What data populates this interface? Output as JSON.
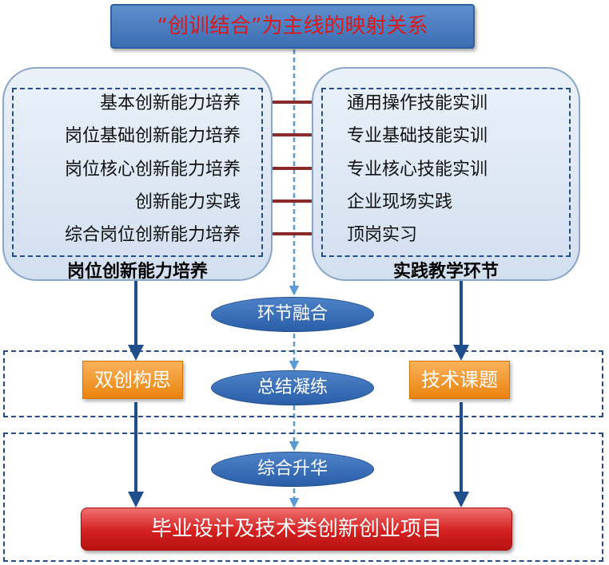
{
  "title": "“创训结合”为主线的映射关系",
  "left_panel": {
    "caption": "岗位创新能力培养",
    "items": [
      "基本创新能力培养",
      "岗位基础创新能力培养",
      "岗位核心创新能力培养",
      "创新能力实践",
      "综合岗位创新能力培养"
    ]
  },
  "right_panel": {
    "caption": "实践教学环节",
    "items": [
      "通用操作技能实训",
      "专业基础技能实训",
      "专业核心技能实训",
      "企业现场实践",
      "顶岗实习"
    ]
  },
  "steps": [
    "环节融合",
    "总结凝练",
    "综合升华"
  ],
  "side_boxes": {
    "left": "双创构思",
    "right": "技术课题"
  },
  "result": "毕业设计及技术类创新创业项目",
  "colors": {
    "title_text": "#d91a1a",
    "link_arrow": "#8b2a2a",
    "flow_arrow": "#1f4e8c",
    "dashed_arrow": "#5b9bd5"
  }
}
